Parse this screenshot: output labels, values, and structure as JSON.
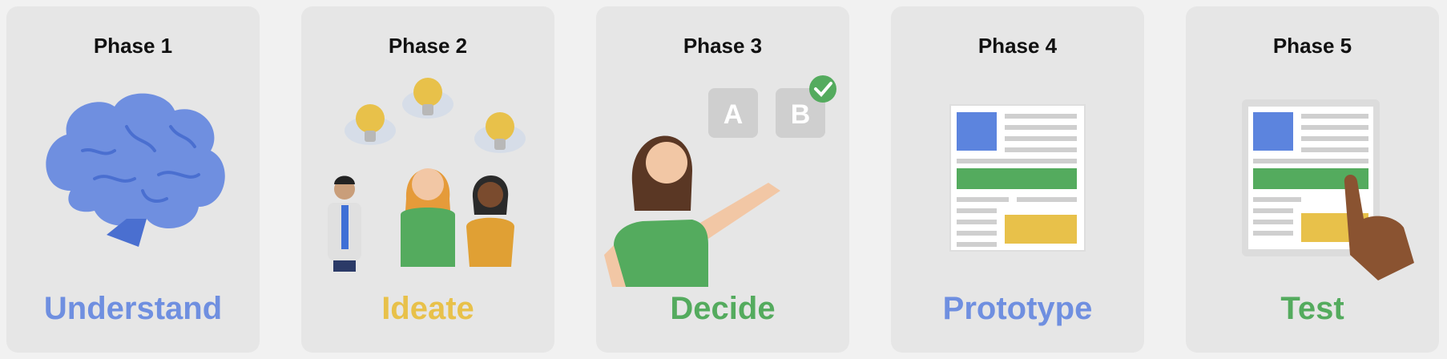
{
  "colors": {
    "blue": "#6f8fe0",
    "yellow": "#e8c14a",
    "green": "#54ab5e",
    "card_bg": "#e6e6e6",
    "page_bg": "#f1f1f1"
  },
  "phases": [
    {
      "phase_label": "Phase 1",
      "title": "Understand",
      "title_color": "#6f8fe0",
      "icon": "brain-icon"
    },
    {
      "phase_label": "Phase 2",
      "title": "Ideate",
      "title_color": "#e8c14a",
      "icon": "team-lightbulbs-icon"
    },
    {
      "phase_label": "Phase 3",
      "title": "Decide",
      "title_color": "#54ab5e",
      "icon": "choose-ab-icon",
      "options": [
        "A",
        "B"
      ]
    },
    {
      "phase_label": "Phase 4",
      "title": "Prototype",
      "title_color": "#6f8fe0",
      "icon": "wireframe-icon"
    },
    {
      "phase_label": "Phase 5",
      "title": "Test",
      "title_color": "#54ab5e",
      "icon": "tablet-tap-icon"
    }
  ]
}
